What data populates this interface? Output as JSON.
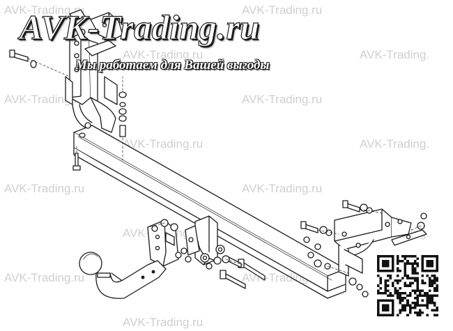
{
  "watermark": {
    "text": "AVK-Trading.ru",
    "text_cut": "AVK-Trading.",
    "color": "#cfcfcf"
  },
  "logo": {
    "title": "AVK-Trading.ru",
    "slogan": "Мы работаем для Вашей выгоды"
  },
  "colors": {
    "line": "#1a1a1a",
    "fill": "#ffffff"
  }
}
